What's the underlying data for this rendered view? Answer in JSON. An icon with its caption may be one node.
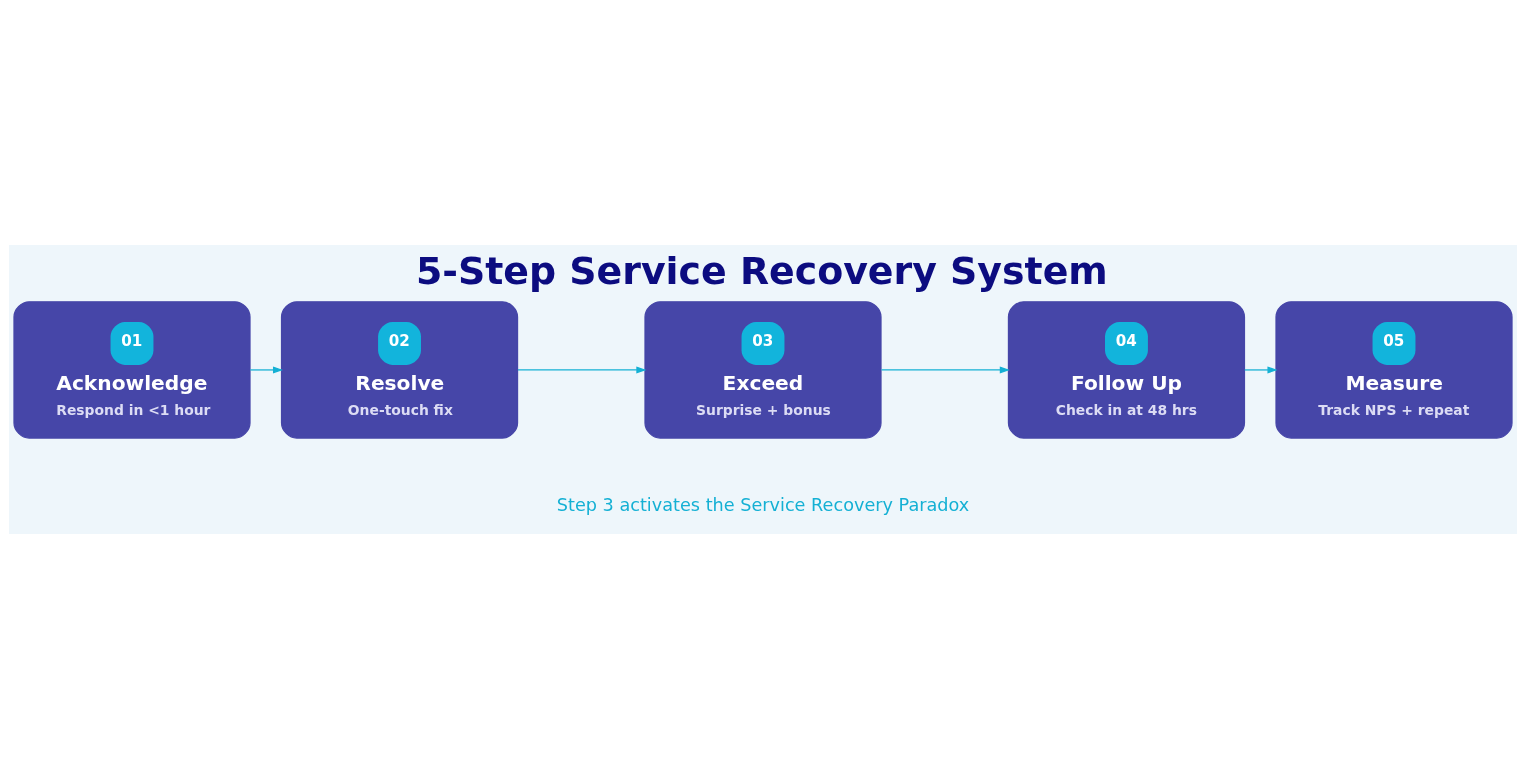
{
  "diagram": {
    "title": "5-Step Service Recovery System",
    "nodes": [
      {
        "text": [
          "01",
          "Acknowledge",
          "Respond in <1 hour"
        ]
      },
      {
        "text": [
          "02",
          "Resolve",
          "One-touch fix"
        ]
      },
      {
        "text": [
          "03",
          "Exceed",
          "Surprise + bonus"
        ]
      },
      {
        "text": [
          "04",
          "Follow Up",
          "Check in at 48 hrs"
        ]
      },
      {
        "text": [
          "05",
          "Measure",
          "Track NPS + repeat"
        ]
      }
    ],
    "edges": [
      {
        "from": 0,
        "to": 1,
        "arrow": "to"
      },
      {
        "from": 1,
        "to": 2,
        "arrow": "to"
      },
      {
        "from": 2,
        "to": 3,
        "arrow": "to"
      },
      {
        "from": 3,
        "to": 4,
        "arrow": "to"
      }
    ],
    "labels": [
      "Step 3 activates the Service Recovery Paradox"
    ]
  }
}
